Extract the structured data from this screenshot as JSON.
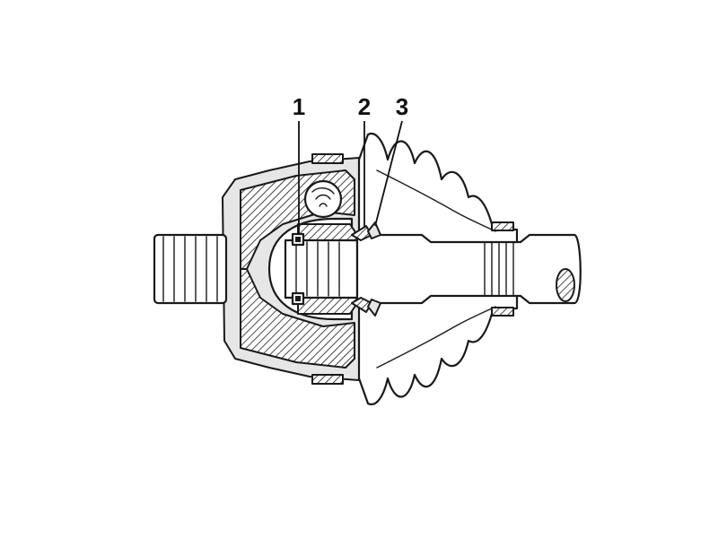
{
  "callouts": [
    {
      "id": "1",
      "label": "1"
    },
    {
      "id": "2",
      "label": "2"
    },
    {
      "id": "3",
      "label": "3"
    }
  ],
  "colors": {
    "line": "#1a1a1a",
    "fill_light": "#e6e6e6",
    "background": "#ffffff"
  }
}
